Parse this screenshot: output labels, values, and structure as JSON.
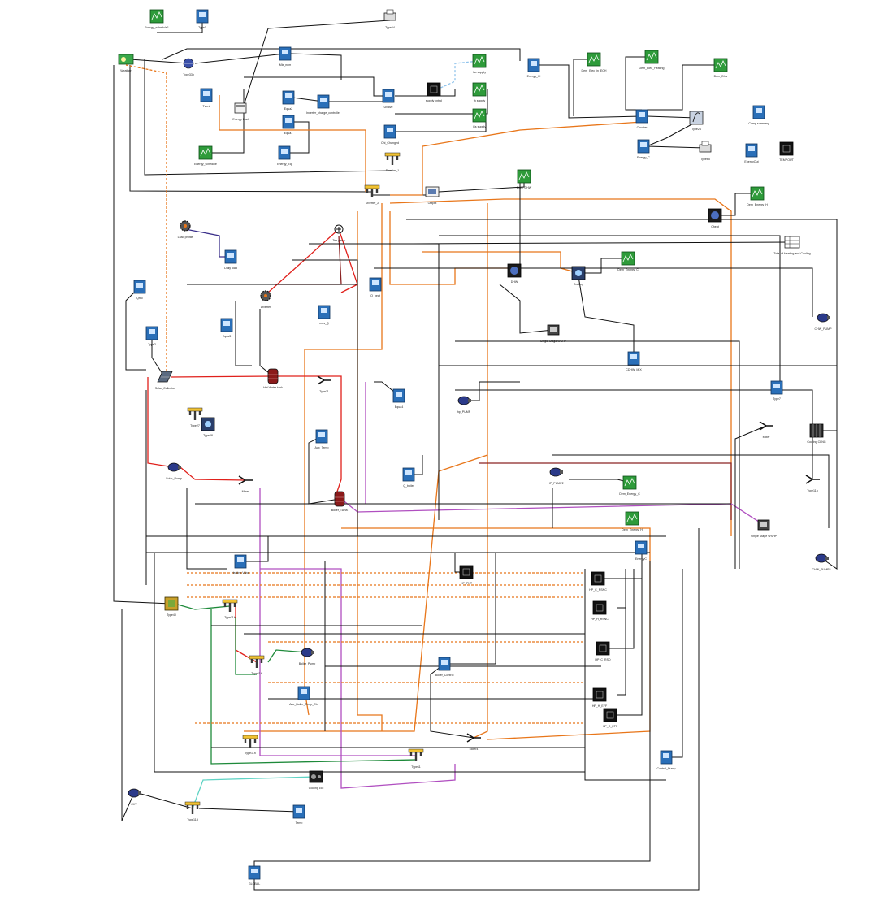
{
  "diagram": {
    "colors": {
      "wire": "#111111",
      "hot_water": "#e8761a",
      "solar_loop": "#e0201b",
      "dashed_control": "#e8761a",
      "purple_loop": "#b04fc0",
      "green_loop": "#1e8a3a",
      "teal_loop": "#5fd3c4",
      "light_blue": "#8fc3ec",
      "brown_loop": "#8b2323",
      "navy_loop": "#3a2f8a"
    },
    "components": [
      {
        "id": "energy-schedule1",
        "label": "Energy_schedule1",
        "icon": "schedule-icon"
      },
      {
        "id": "type1",
        "label": "Type1",
        "icon": "unit-icon"
      },
      {
        "id": "type64",
        "label": "Type64",
        "icon": "printer-icon"
      },
      {
        "id": "weather",
        "label": "Weather",
        "icon": "weather-icon"
      },
      {
        "id": "type33",
        "label": "Type33b",
        "icon": "psychrometric-icon"
      },
      {
        "id": "mix-num",
        "label": "Mix_num",
        "icon": "unit-icon"
      },
      {
        "id": "hw-supply",
        "label": "hw supply",
        "icon": "schedule-icon"
      },
      {
        "id": "energy-lh",
        "label": "Energy_lH",
        "icon": "unit-icon"
      },
      {
        "id": "dem-elec",
        "label": "Dem_Elec_in_ECH",
        "icon": "schedule-icon"
      },
      {
        "id": "dem-elec-heating",
        "label": "Dem_Elec_Heating",
        "icon": "schedule-icon"
      },
      {
        "id": "dem-dhw",
        "label": "Dem_Dhw",
        "icon": "schedule-icon"
      },
      {
        "id": "tvent",
        "label": "Tvent",
        "icon": "unit-icon"
      },
      {
        "id": "energy-load",
        "label": "Energy load",
        "icon": "calculator-icon"
      },
      {
        "id": "equa2",
        "label": "Equa2",
        "icon": "unit-icon"
      },
      {
        "id": "inverter",
        "label": "Inverter_charge_controller",
        "icon": "unit-icon"
      },
      {
        "id": "supply-ctrl",
        "label": "supply cntrol",
        "icon": "black-box-icon"
      },
      {
        "id": "uvalve",
        "label": "Uvalve",
        "icon": "unit-icon"
      },
      {
        "id": "fh-supply",
        "label": "fh supply",
        "icon": "schedule-icon"
      },
      {
        "id": "counter",
        "label": "Counter",
        "icon": "unit-icon"
      },
      {
        "id": "type24",
        "label": "Type24",
        "icon": "integrator-icon"
      },
      {
        "id": "comp-summary",
        "label": "Comp summary",
        "icon": "unit-icon"
      },
      {
        "id": "equa1",
        "label": "Equa1",
        "icon": "unit-icon"
      },
      {
        "id": "chi-changed",
        "label": "Chi_Changed",
        "icon": "unit-icon"
      },
      {
        "id": "gs-supply",
        "label": "Gs supply",
        "icon": "schedule-icon"
      },
      {
        "id": "energy-schedule",
        "label": "Energy_schedule",
        "icon": "schedule-icon"
      },
      {
        "id": "energy-eq",
        "label": "Energy_Eq",
        "icon": "unit-icon"
      },
      {
        "id": "diverter-1",
        "label": "Diverter_1",
        "icon": "diverter-icon"
      },
      {
        "id": "energy-c",
        "label": "Energy_C",
        "icon": "unit-icon"
      },
      {
        "id": "type65",
        "label": "Type65",
        "icon": "printer-icon"
      },
      {
        "id": "energy-out",
        "label": "EnergyOut",
        "icon": "unit-icon"
      },
      {
        "id": "tempout",
        "label": "TEMPOUT",
        "icon": "black-box-icon"
      },
      {
        "id": "diverter-2",
        "label": "Diverter_2",
        "icon": "diverter-icon"
      },
      {
        "id": "output",
        "label": "Output",
        "icon": "output-icon"
      },
      {
        "id": "dem-dhw2",
        "label": "Dem_DHW",
        "icon": "schedule-icon"
      },
      {
        "id": "dem-energy-h",
        "label": "Dem_Energy_H",
        "icon": "schedule-icon"
      },
      {
        "id": "load-profile",
        "label": "Load profile",
        "icon": "gear-icon"
      },
      {
        "id": "daily-load",
        "label": "Daily load",
        "icon": "unit-icon"
      },
      {
        "id": "tee-piece",
        "label": "Tee piece",
        "icon": "tee-icon"
      },
      {
        "id": "total-hc",
        "label": "Total of Heating and Cooling",
        "icon": "table-icon"
      },
      {
        "id": "cheat",
        "label": "Cheat",
        "icon": "hot-icon"
      },
      {
        "id": "dhw",
        "label": "DHW",
        "icon": "hot-icon"
      },
      {
        "id": "cooling",
        "label": "Cooling",
        "icon": "chiller-icon"
      },
      {
        "id": "dem-energy-c",
        "label": "Dem_Energy_C",
        "icon": "schedule-icon"
      },
      {
        "id": "qrec",
        "label": "Qrec",
        "icon": "unit-icon"
      },
      {
        "id": "diverter",
        "label": "Diverter",
        "icon": "gear-icon"
      },
      {
        "id": "q-heat",
        "label": "Q_heat",
        "icon": "unit-icon"
      },
      {
        "id": "equa3",
        "label": "Equa3",
        "icon": "unit-icon"
      },
      {
        "id": "mes-q",
        "label": "mes_Q",
        "icon": "unit-icon"
      },
      {
        "id": "type2",
        "label": "Type2",
        "icon": "unit-icon"
      },
      {
        "id": "single-stage",
        "label": "Single Stage WSHP",
        "icon": "heat-pump-icon"
      },
      {
        "id": "cdhw-mixer",
        "label": "CDHW_MIX",
        "icon": "unit-icon"
      },
      {
        "id": "chw-pump",
        "label": "CHW_PUMP",
        "icon": "pump-icon"
      },
      {
        "id": "type7",
        "label": "Type7",
        "icon": "unit-icon"
      },
      {
        "id": "solar-collector",
        "label": "Solar_Collector",
        "icon": "collector-icon"
      },
      {
        "id": "dhw-tank",
        "label": "Hot Water tank",
        "icon": "tank-icon"
      },
      {
        "id": "type11",
        "label": "Type11",
        "icon": "mixer-icon"
      },
      {
        "id": "typerc",
        "label": "Type27",
        "icon": "diverter-icon"
      },
      {
        "id": "hp-pump",
        "label": "hp_PUMP",
        "icon": "pump-icon"
      },
      {
        "id": "equa4",
        "label": "Equa4",
        "icon": "unit-icon"
      },
      {
        "id": "type28",
        "label": "Type28",
        "icon": "chiller-icon"
      },
      {
        "id": "aux-temp",
        "label": "Aux_Temp",
        "icon": "unit-icon"
      },
      {
        "id": "mixer-right",
        "label": "Mixer",
        "icon": "mixer-icon"
      },
      {
        "id": "cooling-coil",
        "label": "Cooling CLNG",
        "icon": "coil-icon"
      },
      {
        "id": "q-boiler",
        "label": "Q_boiler",
        "icon": "unit-icon"
      },
      {
        "id": "solar-pump",
        "label": "Solar_Pump",
        "icon": "pump-icon"
      },
      {
        "id": "mixer-left",
        "label": "Mixer",
        "icon": "mixer-icon"
      },
      {
        "id": "boiler-tank",
        "label": "Boiler_TANK",
        "icon": "tank-icon"
      },
      {
        "id": "hp-pump2",
        "label": "HP_PUMP2",
        "icon": "pump-icon"
      },
      {
        "id": "dem-energy-c2",
        "label": "Dem_Energy_C",
        "icon": "schedule-icon"
      },
      {
        "id": "type11-right",
        "label": "Type11h",
        "icon": "mixer-icon"
      },
      {
        "id": "dem-energy-h2",
        "label": "Dem_Energy_H",
        "icon": "schedule-icon"
      },
      {
        "id": "single-stage2",
        "label": "Single Stage WSHP",
        "icon": "heat-pump-icon"
      },
      {
        "id": "energy-c2",
        "label": "EnergyC",
        "icon": "unit-icon"
      },
      {
        "id": "chw-pump2",
        "label": "CHW_PUMP2",
        "icon": "pump-icon"
      },
      {
        "id": "heating-valve",
        "label": "Heating Valve",
        "icon": "unit-icon"
      },
      {
        "id": "hp-pnt",
        "label": "HP_PNT",
        "icon": "black-box-icon"
      },
      {
        "id": "type40",
        "label": "Type40",
        "icon": "controller-icon"
      },
      {
        "id": "hp-c-rsnc",
        "label": "HP_C_RSNC",
        "icon": "black-box-icon"
      },
      {
        "id": "hp-h-rsnc",
        "label": "HP_H_RSNC",
        "icon": "black-box-icon"
      },
      {
        "id": "type11-a",
        "label": "Type11h",
        "icon": "diverter-icon"
      },
      {
        "id": "hp-c-rsd",
        "label": "HP_C_RSD",
        "icon": "black-box-icon"
      },
      {
        "id": "type11-b",
        "label": "Type11h",
        "icon": "diverter-icon"
      },
      {
        "id": "boiler-pump",
        "label": "Boiler_Pump",
        "icon": "pump-icon"
      },
      {
        "id": "boiler-control",
        "label": "Boiler_Control",
        "icon": "unit-icon"
      },
      {
        "id": "hp-h-eff",
        "label": "HP_H_EFF",
        "icon": "black-box-icon"
      },
      {
        "id": "aux-boiler",
        "label": "Aux_Boiler_Temp_Ctrl",
        "icon": "unit-icon"
      },
      {
        "id": "hp-c-eff",
        "label": "HP_C_EFF",
        "icon": "black-box-icon"
      },
      {
        "id": "type11-c",
        "label": "Type11h",
        "icon": "diverter-icon"
      },
      {
        "id": "type11-d",
        "label": "Type11",
        "icon": "diverter-icon"
      },
      {
        "id": "mixer4",
        "label": "Mixer4",
        "icon": "mixer-icon"
      },
      {
        "id": "cooling-coil2",
        "label": "Cooling coil",
        "icon": "fan-coil-icon"
      },
      {
        "id": "control-pump",
        "label": "Control_Pump",
        "icon": "unit-icon"
      },
      {
        "id": "cpu",
        "label": "CHV",
        "icon": "pump-icon"
      },
      {
        "id": "type11-e",
        "label": "Type11d",
        "icon": "diverter-icon"
      },
      {
        "id": "temp",
        "label": "Temp",
        "icon": "unit-icon"
      },
      {
        "id": "global",
        "label": "GLOBAL",
        "icon": "unit-icon"
      }
    ]
  }
}
